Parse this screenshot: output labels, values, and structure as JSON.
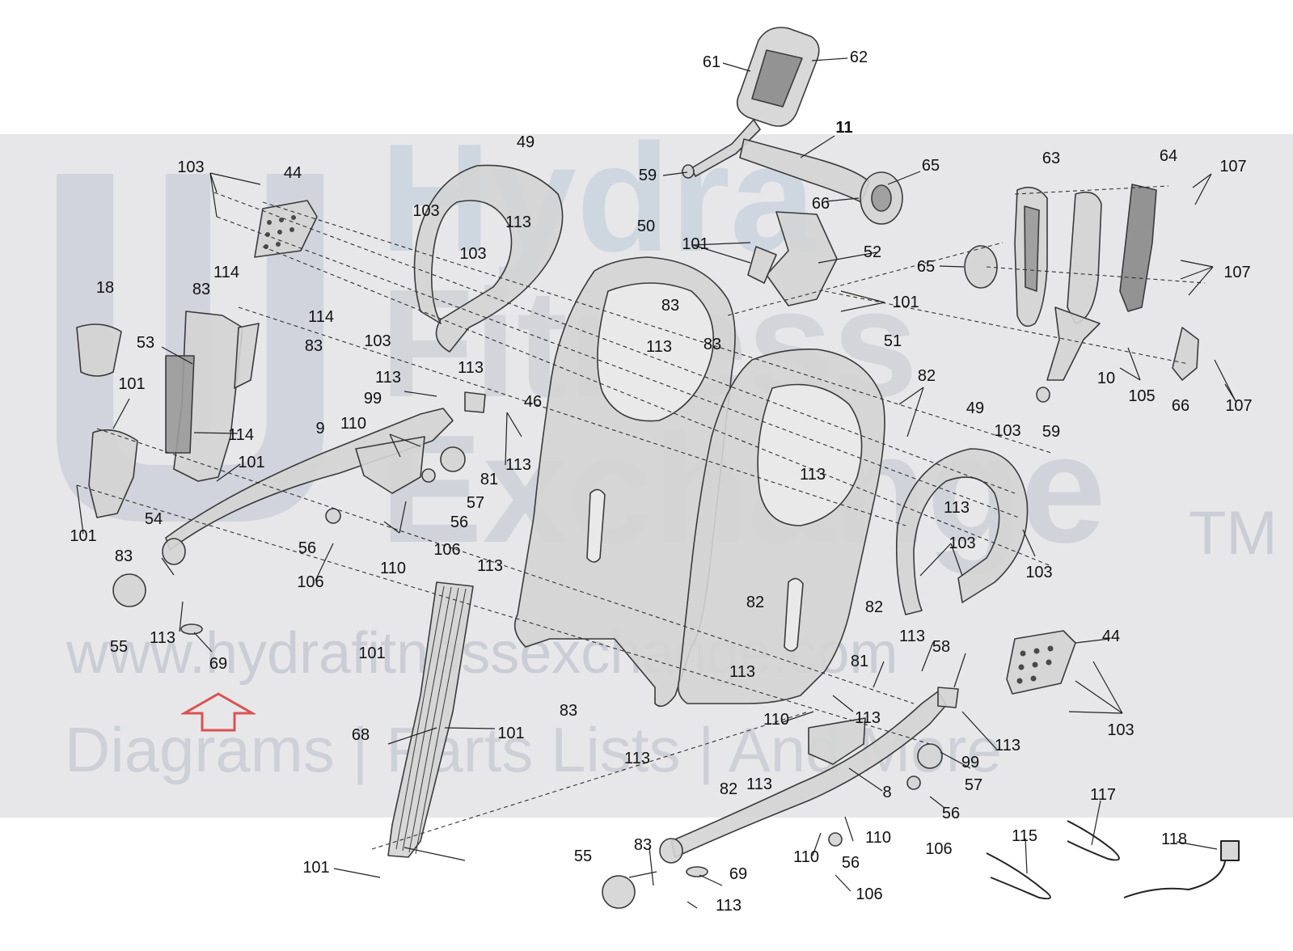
{
  "watermark": {
    "brand_line1": "Hydra",
    "brand_line2": "Fitness",
    "brand_line3": "Exchange",
    "trademark": "TM",
    "url": "www.hydrafitnessexchange.com",
    "tagline": "Diagrams | Parts Lists | And More"
  },
  "colors": {
    "band": "#e7e7e9",
    "watermark_logo": "#9aa3bd",
    "part_fill": "#d4d4d4",
    "part_stroke": "#3a3a3a",
    "leader": "#222222",
    "arrow": "#d9534f"
  },
  "callouts": [
    {
      "id": "c61a",
      "text": "61",
      "bold": false
    },
    {
      "id": "c62a",
      "text": "62",
      "bold": false
    },
    {
      "id": "c11a",
      "text": "11",
      "bold": true
    },
    {
      "id": "c59a",
      "text": "59",
      "bold": false
    },
    {
      "id": "c66a",
      "text": "66",
      "bold": false
    },
    {
      "id": "c65a",
      "text": "65",
      "bold": false
    },
    {
      "id": "c103a",
      "text": "103",
      "bold": false
    },
    {
      "id": "c44a",
      "text": "44",
      "bold": false
    },
    {
      "id": "c49a",
      "text": "49",
      "bold": false
    },
    {
      "id": "c103b",
      "text": "103",
      "bold": false
    },
    {
      "id": "c113a",
      "text": "113",
      "bold": false
    },
    {
      "id": "c103c",
      "text": "103",
      "bold": false
    },
    {
      "id": "c50a",
      "text": "50",
      "bold": false
    },
    {
      "id": "c101a",
      "text": "101",
      "bold": false
    },
    {
      "id": "c52a",
      "text": "52",
      "bold": false
    },
    {
      "id": "c63a",
      "text": "63",
      "bold": false
    },
    {
      "id": "c64a",
      "text": "64",
      "bold": false
    },
    {
      "id": "c107a",
      "text": "107",
      "bold": false
    },
    {
      "id": "c65b",
      "text": "65",
      "bold": false
    },
    {
      "id": "c107b",
      "text": "107",
      "bold": false
    },
    {
      "id": "c18a",
      "text": "18",
      "bold": false
    },
    {
      "id": "c114a",
      "text": "114",
      "bold": false
    },
    {
      "id": "c83a",
      "text": "83",
      "bold": false
    },
    {
      "id": "c114b",
      "text": "114",
      "bold": false
    },
    {
      "id": "c83b",
      "text": "83",
      "bold": false
    },
    {
      "id": "c53a",
      "text": "53",
      "bold": false
    },
    {
      "id": "c103d",
      "text": "103",
      "bold": false
    },
    {
      "id": "c113b",
      "text": "113",
      "bold": false
    },
    {
      "id": "c83c",
      "text": "83",
      "bold": false
    },
    {
      "id": "c113c",
      "text": "113",
      "bold": false
    },
    {
      "id": "c83d",
      "text": "83",
      "bold": false
    },
    {
      "id": "c101b",
      "text": "101",
      "bold": false
    },
    {
      "id": "c51a",
      "text": "51",
      "bold": false
    },
    {
      "id": "c82a",
      "text": "82",
      "bold": false
    },
    {
      "id": "c10a",
      "text": "10",
      "bold": false
    },
    {
      "id": "c105a",
      "text": "105",
      "bold": false
    },
    {
      "id": "c66b",
      "text": "66",
      "bold": false
    },
    {
      "id": "c107c",
      "text": "107",
      "bold": false
    },
    {
      "id": "c59b",
      "text": "59",
      "bold": false
    },
    {
      "id": "c101c",
      "text": "101",
      "bold": false
    },
    {
      "id": "c113d",
      "text": "113",
      "bold": false
    },
    {
      "id": "c99a",
      "text": "99",
      "bold": false
    },
    {
      "id": "c46a",
      "text": "46",
      "bold": false
    },
    {
      "id": "c9a",
      "text": "9",
      "bold": false
    },
    {
      "id": "c110a",
      "text": "110",
      "bold": false
    },
    {
      "id": "c114c",
      "text": "114",
      "bold": false
    },
    {
      "id": "c101d",
      "text": "101",
      "bold": false
    },
    {
      "id": "c113e",
      "text": "113",
      "bold": false
    },
    {
      "id": "c81a",
      "text": "81",
      "bold": false
    },
    {
      "id": "c57a",
      "text": "57",
      "bold": false
    },
    {
      "id": "c49b",
      "text": "49",
      "bold": false
    },
    {
      "id": "c103e",
      "text": "103",
      "bold": false
    },
    {
      "id": "c113f",
      "text": "113",
      "bold": false
    },
    {
      "id": "c54a",
      "text": "54",
      "bold": false
    },
    {
      "id": "c101e",
      "text": "101",
      "bold": false
    },
    {
      "id": "c56a",
      "text": "56",
      "bold": false
    },
    {
      "id": "c56b",
      "text": "56",
      "bold": false
    },
    {
      "id": "c106a",
      "text": "106",
      "bold": false
    },
    {
      "id": "c113g",
      "text": "113",
      "bold": false
    },
    {
      "id": "c103f",
      "text": "103",
      "bold": false
    },
    {
      "id": "c103g",
      "text": "103",
      "bold": false
    },
    {
      "id": "c83e",
      "text": "83",
      "bold": false
    },
    {
      "id": "c110b",
      "text": "110",
      "bold": false
    },
    {
      "id": "c106b",
      "text": "106",
      "bold": false
    },
    {
      "id": "c113h",
      "text": "113",
      "bold": false
    },
    {
      "id": "c82b",
      "text": "82",
      "bold": false
    },
    {
      "id": "c82c",
      "text": "82",
      "bold": false
    },
    {
      "id": "c55a",
      "text": "55",
      "bold": false
    },
    {
      "id": "c113i",
      "text": "113",
      "bold": false
    },
    {
      "id": "c69a",
      "text": "69",
      "bold": false
    },
    {
      "id": "c113j",
      "text": "113",
      "bold": false
    },
    {
      "id": "c44b",
      "text": "44",
      "bold": false
    },
    {
      "id": "c101f",
      "text": "101",
      "bold": false
    },
    {
      "id": "c81b",
      "text": "81",
      "bold": false
    },
    {
      "id": "c113k",
      "text": "113",
      "bold": false
    },
    {
      "id": "c58a",
      "text": "58",
      "bold": false
    },
    {
      "id": "c101g",
      "text": "101",
      "bold": false
    },
    {
      "id": "c68a",
      "text": "68",
      "bold": false
    },
    {
      "id": "c83f",
      "text": "83",
      "bold": false
    },
    {
      "id": "c113l",
      "text": "113",
      "bold": false
    },
    {
      "id": "c110c",
      "text": "110",
      "bold": false
    },
    {
      "id": "c113m",
      "text": "113",
      "bold": false
    },
    {
      "id": "c113n",
      "text": "113",
      "bold": false
    },
    {
      "id": "c103h",
      "text": "103",
      "bold": false
    },
    {
      "id": "c82d",
      "text": "82",
      "bold": false
    },
    {
      "id": "c113o",
      "text": "113",
      "bold": false
    },
    {
      "id": "c8a",
      "text": "8",
      "bold": false
    },
    {
      "id": "c99b",
      "text": "99",
      "bold": false
    },
    {
      "id": "c57b",
      "text": "57",
      "bold": false
    },
    {
      "id": "c56c",
      "text": "56",
      "bold": false
    },
    {
      "id": "c117a",
      "text": "117",
      "bold": false
    },
    {
      "id": "c110d",
      "text": "110",
      "bold": false
    },
    {
      "id": "c106c",
      "text": "106",
      "bold": false
    },
    {
      "id": "c115a",
      "text": "115",
      "bold": false
    },
    {
      "id": "c118a",
      "text": "118",
      "bold": false
    },
    {
      "id": "c101h",
      "text": "101",
      "bold": false
    },
    {
      "id": "c55b",
      "text": "55",
      "bold": false
    },
    {
      "id": "c83g",
      "text": "83",
      "bold": false
    },
    {
      "id": "c69b",
      "text": "69",
      "bold": false
    },
    {
      "id": "c110e",
      "text": "110",
      "bold": false
    },
    {
      "id": "c56d",
      "text": "56",
      "bold": false
    },
    {
      "id": "c106d",
      "text": "106",
      "bold": false
    },
    {
      "id": "c113p",
      "text": "113",
      "bold": false
    }
  ]
}
